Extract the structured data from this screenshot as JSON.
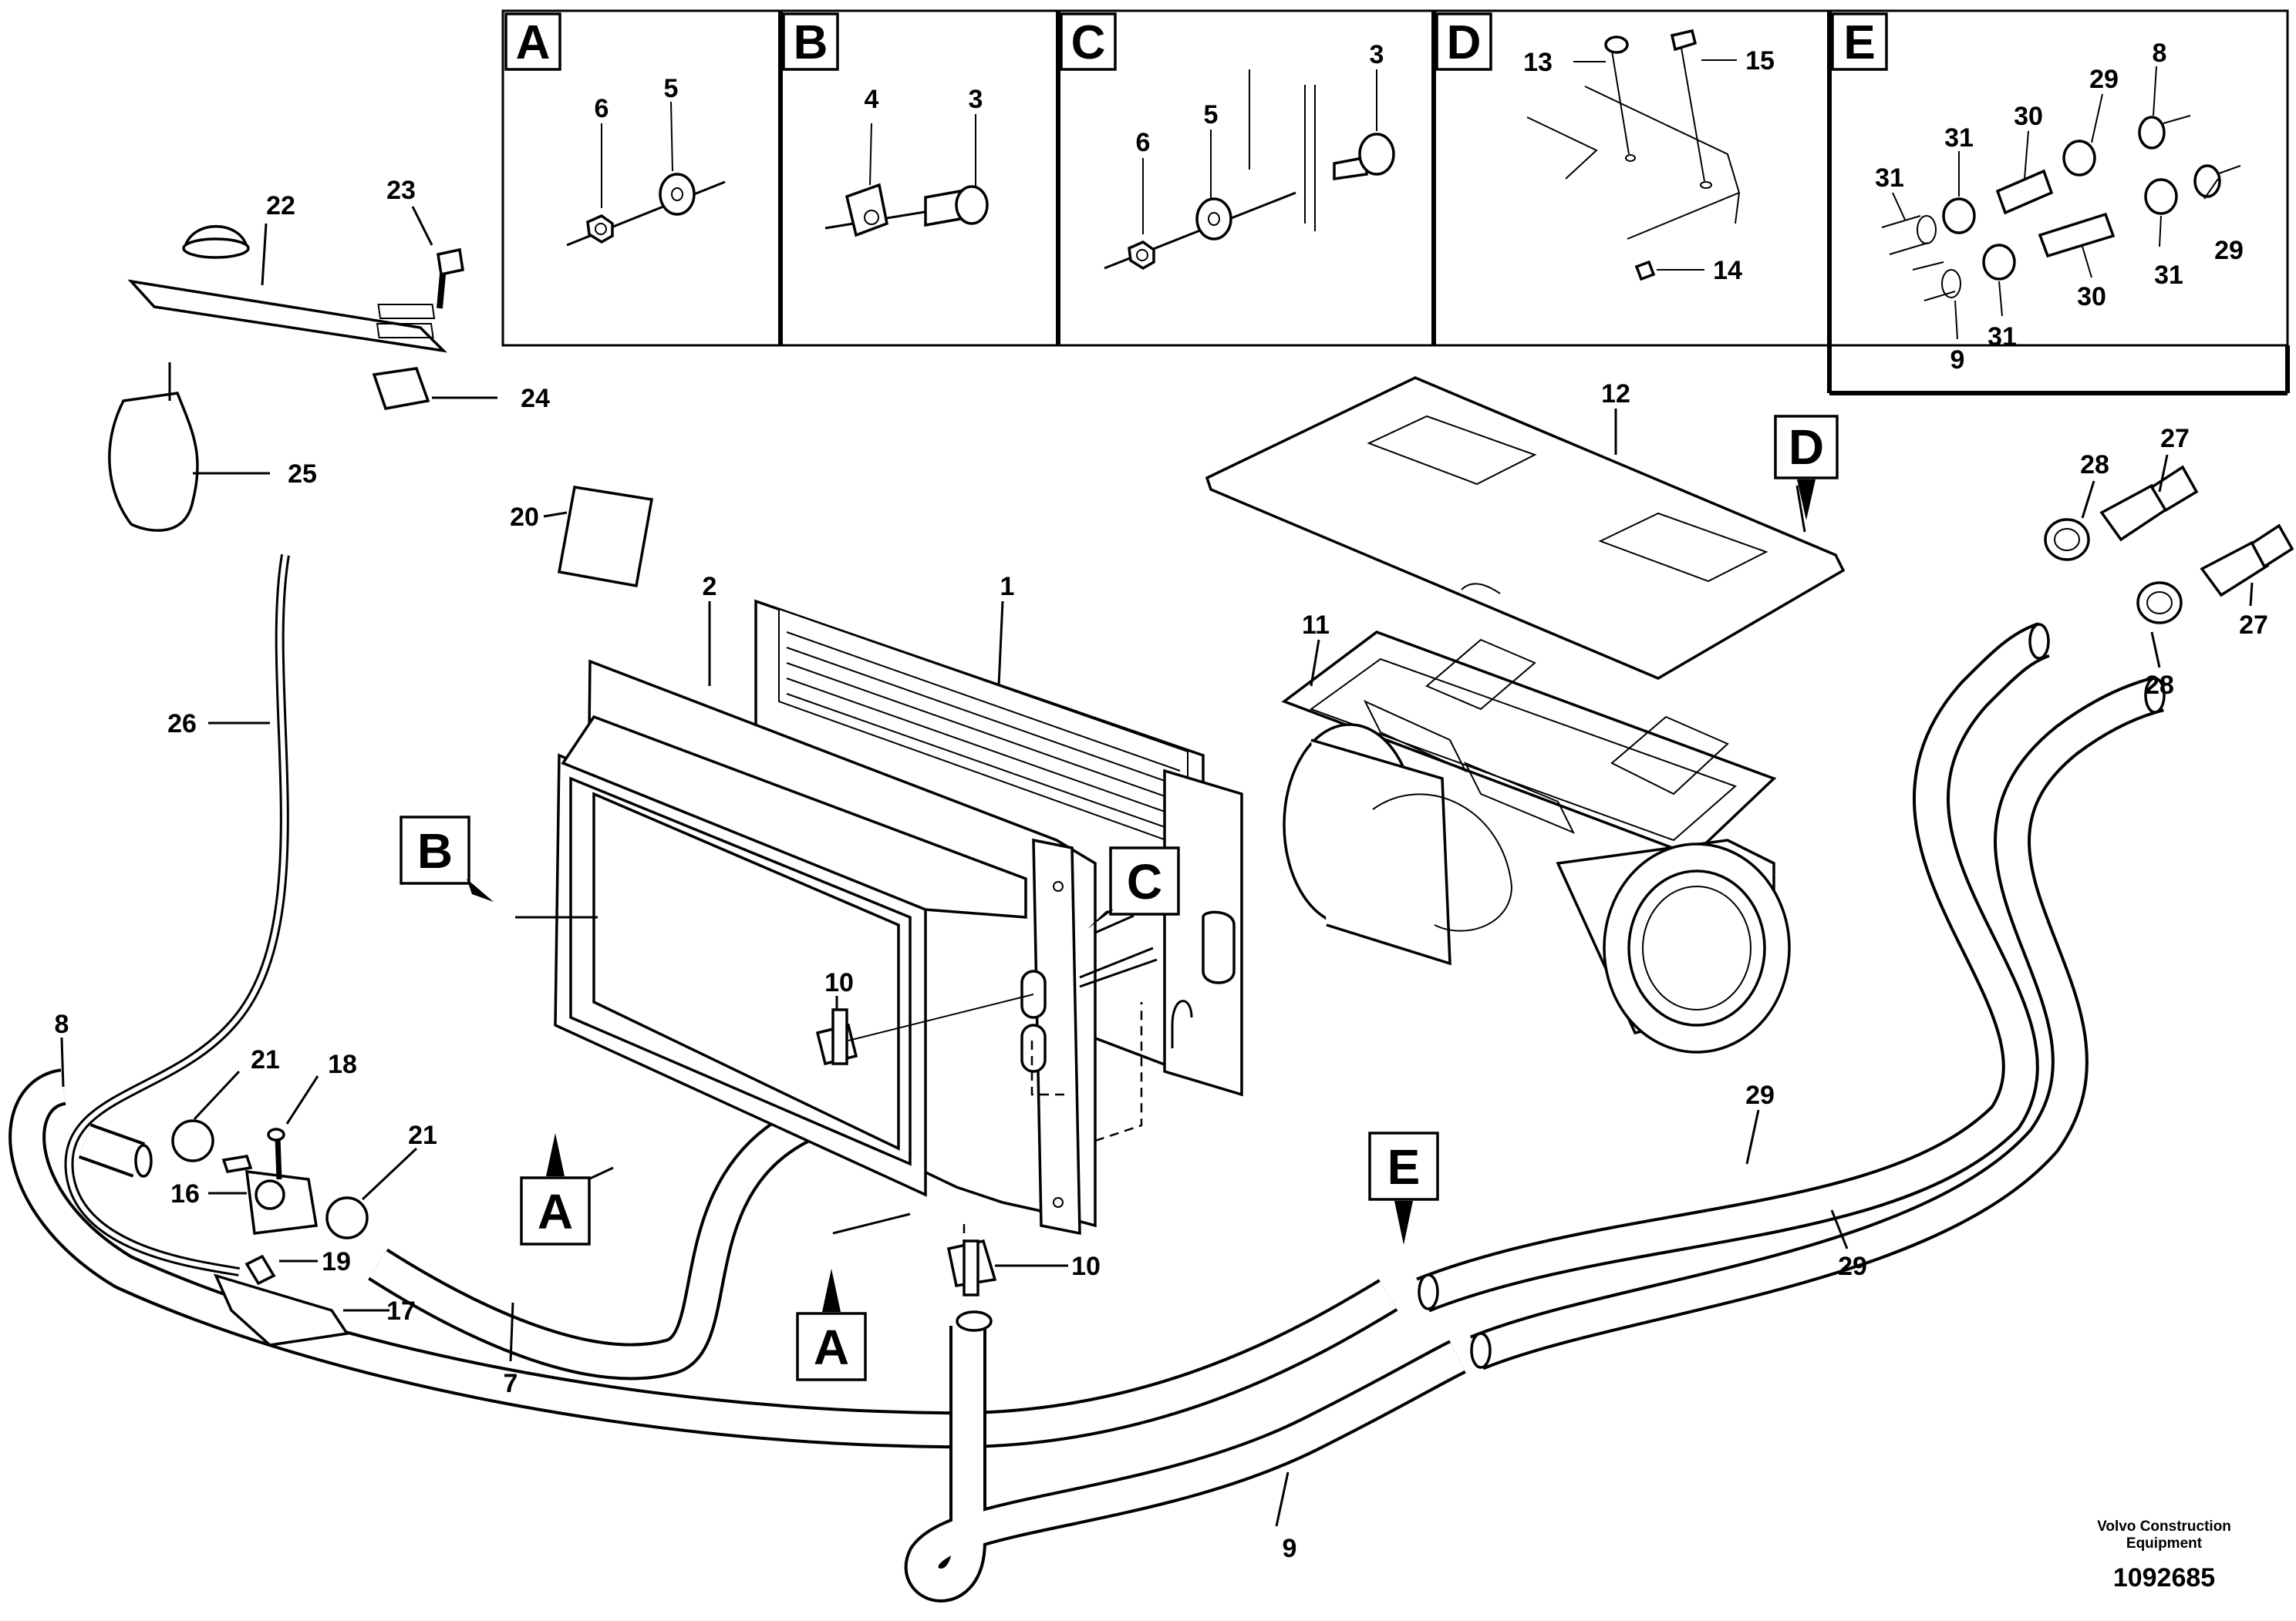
{
  "insets": [
    {
      "letter": "A",
      "callouts": [
        "6",
        "5"
      ]
    },
    {
      "letter": "B",
      "callouts": [
        "4",
        "3"
      ]
    },
    {
      "letter": "C",
      "callouts": [
        "6",
        "5",
        "3"
      ]
    },
    {
      "letter": "D",
      "callouts": [
        "13",
        "15",
        "14"
      ]
    },
    {
      "letter": "E",
      "callouts": [
        "31",
        "30",
        "29",
        "8",
        "31",
        "29",
        "31",
        "30",
        "9",
        "31"
      ]
    }
  ],
  "callouts": {
    "c1": "1",
    "c2": "2",
    "c7": "7",
    "c8": "8",
    "c9": "9",
    "c10a": "10",
    "c10b": "10",
    "c11": "11",
    "c12": "12",
    "c16": "16",
    "c17": "17",
    "c18": "18",
    "c19": "19",
    "c20": "20",
    "c21a": "21",
    "c21b": "21",
    "c22": "22",
    "c23": "23",
    "c24": "24",
    "c25": "25",
    "c26": "26",
    "c27a": "27",
    "c27b": "27",
    "c28a": "28",
    "c28b": "28",
    "c29a": "29",
    "c29b": "29"
  },
  "references": {
    "B": "B",
    "C": "C",
    "D": "D",
    "E": "E",
    "A1": "A",
    "A2": "A"
  },
  "footer": {
    "brand_line1": "Volvo Construction",
    "brand_line2": "Equipment",
    "drawing_number": "1092685"
  }
}
